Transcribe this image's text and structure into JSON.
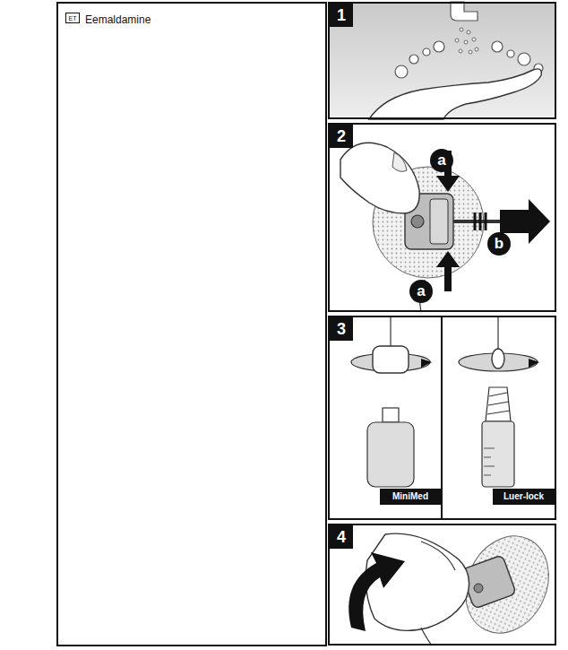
{
  "diagram": {
    "nodes": [
      {
        "text": [
          "Eemaldamine"
        ]
      },
      {
        "text": [
          "ET"
        ],
        "in": 0
      },
      {
        "text": [
          "1"
        ]
      },
      {
        "text": [
          "2"
        ]
      },
      {
        "text": [
          "a"
        ],
        "in": 3
      },
      {
        "text": [
          "b"
        ],
        "in": 3
      },
      {
        "text": [
          "a"
        ],
        "in": 3
      },
      {
        "text": [
          "3"
        ]
      },
      {
        "text": [
          "MiniMed"
        ],
        "in": 7
      },
      {
        "text": [
          "Luer-lock"
        ],
        "in": 7
      },
      {
        "text": [
          "4"
        ]
      }
    ]
  }
}
